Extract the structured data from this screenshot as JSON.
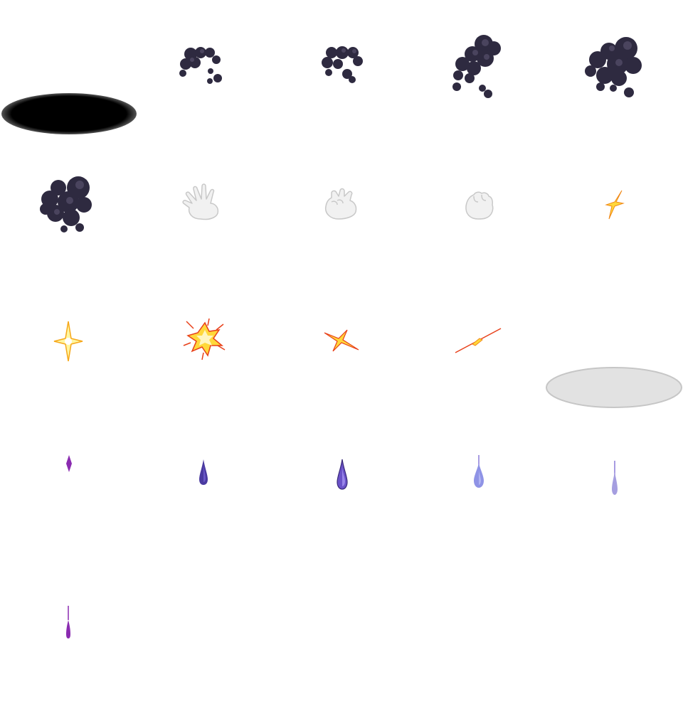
{
  "sprite_sheet": {
    "background": "#ffffff",
    "sprites": [
      {
        "name": "shadow-ellipse-dark",
        "type": "shadow",
        "color": "#000000"
      },
      {
        "name": "smoke-puff-small-1",
        "type": "smoke",
        "color": "#2e2a40"
      },
      {
        "name": "smoke-puff-small-2",
        "type": "smoke",
        "color": "#2e2a40"
      },
      {
        "name": "smoke-puff-medium",
        "type": "smoke",
        "color": "#2e2a40"
      },
      {
        "name": "smoke-puff-large",
        "type": "smoke",
        "color": "#2e2a40"
      },
      {
        "name": "smoke-puff-xlarge",
        "type": "smoke",
        "color": "#2e2a40"
      },
      {
        "name": "glove-open-hand",
        "type": "hand",
        "color": "#f1f1f1"
      },
      {
        "name": "glove-half-closed",
        "type": "hand",
        "color": "#f1f1f1"
      },
      {
        "name": "glove-fist",
        "type": "hand",
        "color": "#f1f1f1"
      },
      {
        "name": "spark-small-diagonal",
        "type": "spark",
        "color": "#ffd83a"
      },
      {
        "name": "sparkle-star",
        "type": "spark",
        "color": "#ffe85a"
      },
      {
        "name": "impact-burst",
        "type": "burst",
        "color": "#ffd83a"
      },
      {
        "name": "spark-flat",
        "type": "spark",
        "color": "#ffd83a"
      },
      {
        "name": "spark-streak",
        "type": "spark",
        "color": "#e86a1a"
      },
      {
        "name": "shadow-ellipse-light",
        "type": "shadow",
        "color": "#e2e2e2"
      },
      {
        "name": "droplet-tiny-purple",
        "type": "droplet",
        "color": "#8a2bb0"
      },
      {
        "name": "droplet-small-indigo",
        "type": "droplet",
        "color": "#4a3aa0"
      },
      {
        "name": "droplet-medium-violet",
        "type": "droplet",
        "color": "#6a52c8"
      },
      {
        "name": "droplet-tail-lavender",
        "type": "droplet",
        "color": "#8f93e6"
      },
      {
        "name": "droplet-streak-lavender",
        "type": "droplet",
        "color": "#a59ee0"
      },
      {
        "name": "droplet-streak-purple",
        "type": "droplet",
        "color": "#8a2bb0"
      }
    ]
  }
}
